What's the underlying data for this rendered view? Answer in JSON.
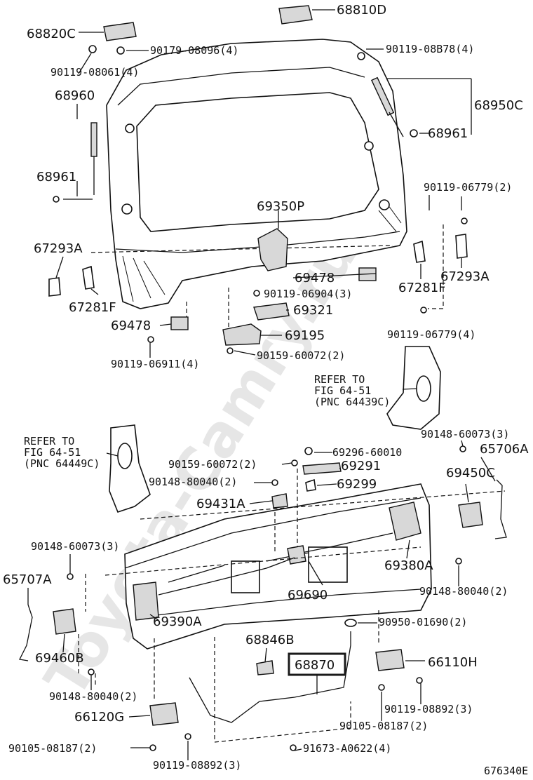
{
  "diagram": {
    "watermark": "Toyota-Camry.ru",
    "catalog_code": "676340E",
    "highlighted_part": "68870",
    "parts": [
      {
        "id": "68810D",
        "text": "68810D"
      },
      {
        "id": "68820C",
        "text": "68820C"
      },
      {
        "id": "90179-08096",
        "text": "90179-08096(4)"
      },
      {
        "id": "90119-08B78",
        "text": "90119-08B78(4)"
      },
      {
        "id": "90119-08061",
        "text": "90119-08061(4)"
      },
      {
        "id": "68960",
        "text": "68960"
      },
      {
        "id": "68950C",
        "text": "68950C"
      },
      {
        "id": "68961-right",
        "text": "68961"
      },
      {
        "id": "68961-left",
        "text": "68961"
      },
      {
        "id": "90119-06779-a",
        "text": "90119-06779(2)"
      },
      {
        "id": "69350P",
        "text": "69350P"
      },
      {
        "id": "67293A-left",
        "text": "67293A"
      },
      {
        "id": "67293A-right",
        "text": "67293A"
      },
      {
        "id": "69478-upper",
        "text": "69478"
      },
      {
        "id": "90119-06904",
        "text": "90119-06904(3)"
      },
      {
        "id": "67281F-right",
        "text": "67281F"
      },
      {
        "id": "67281F-left",
        "text": "67281F"
      },
      {
        "id": "69321",
        "text": "69321"
      },
      {
        "id": "69478-lower",
        "text": "69478"
      },
      {
        "id": "90119-06779-b",
        "text": "90119-06779(4)"
      },
      {
        "id": "69195",
        "text": "69195"
      },
      {
        "id": "90119-06911",
        "text": "90119-06911(4)"
      },
      {
        "id": "90159-60072-a",
        "text": "90159-60072(2)"
      },
      {
        "id": "90148-60073-a",
        "text": "90148-60073(3)"
      },
      {
        "id": "65706A",
        "text": "65706A"
      },
      {
        "id": "69296-60010",
        "text": "69296-60010"
      },
      {
        "id": "90159-60072-b",
        "text": "90159-60072(2)"
      },
      {
        "id": "69291",
        "text": "69291"
      },
      {
        "id": "90148-80040-a",
        "text": "90148-80040(2)"
      },
      {
        "id": "69299",
        "text": "69299"
      },
      {
        "id": "69450C",
        "text": "69450C"
      },
      {
        "id": "69431A",
        "text": "69431A"
      },
      {
        "id": "90148-60073-b",
        "text": "90148-60073(3)"
      },
      {
        "id": "69380A",
        "text": "69380A"
      },
      {
        "id": "65707A",
        "text": "65707A"
      },
      {
        "id": "90148-80040-b",
        "text": "90148-80040(2)"
      },
      {
        "id": "69690",
        "text": "69690"
      },
      {
        "id": "69390A",
        "text": "69390A"
      },
      {
        "id": "90950-01690",
        "text": "90950-01690(2)"
      },
      {
        "id": "68846B",
        "text": "68846B"
      },
      {
        "id": "69460B",
        "text": "69460B"
      },
      {
        "id": "68870",
        "text": "68870"
      },
      {
        "id": "66110H",
        "text": "66110H"
      },
      {
        "id": "90148-80040-c",
        "text": "90148-80040(2)"
      },
      {
        "id": "90119-08892-right",
        "text": "90119-08892(3)"
      },
      {
        "id": "66120G",
        "text": "66120G"
      },
      {
        "id": "90105-08187-right",
        "text": "90105-08187(2)"
      },
      {
        "id": "90105-08187-left",
        "text": "90105-08187(2)"
      },
      {
        "id": "91673-A0622",
        "text": "91673-A0622(4)"
      },
      {
        "id": "90119-08892-left",
        "text": "90119-08892(3)"
      }
    ],
    "references": [
      {
        "id": "ref-upper",
        "lines": [
          "REFER TO",
          "FIG 64-51",
          "(PNC 64439C)"
        ]
      },
      {
        "id": "ref-lower",
        "lines": [
          "REFER TO",
          "FIG 64-51",
          "(PNC 64449C)"
        ]
      }
    ]
  }
}
